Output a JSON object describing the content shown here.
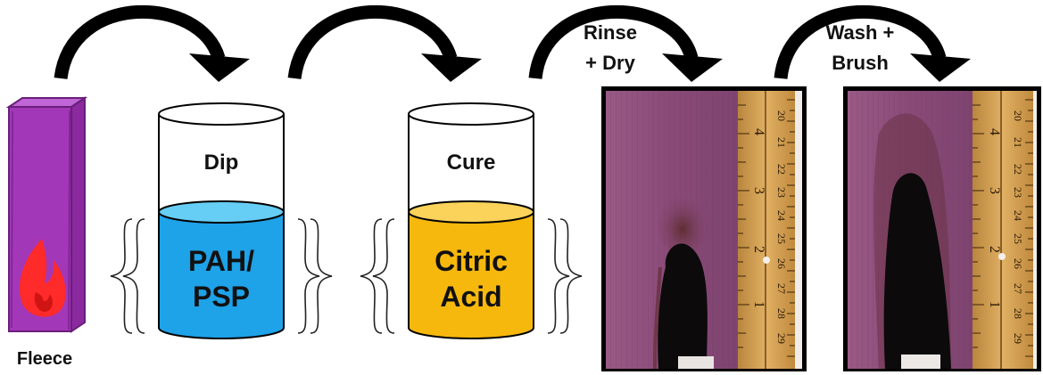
{
  "steps": {
    "fleece_label": "Fleece",
    "dip": {
      "verb": "Dip",
      "solution_line1": "PAH/",
      "solution_line2": "PSP"
    },
    "cure": {
      "verb": "Cure",
      "solution_line1": "Citric",
      "solution_line2": "Acid"
    },
    "rinse_dry": {
      "line1": "Rinse",
      "line2": "+ Dry"
    },
    "wash_brush": {
      "line1": "Wash +",
      "line2": "Brush"
    }
  },
  "ruler_numbers": {
    "inch": [
      "1",
      "2",
      "3",
      "4"
    ],
    "cm_photo1": [
      "20",
      "21",
      "22",
      "23",
      "24",
      "25",
      "26",
      "27",
      "28",
      "29"
    ],
    "cm_photo2": [
      "20",
      "21",
      "22",
      "23",
      "24",
      "25",
      "26",
      "27",
      "28",
      "29"
    ]
  },
  "colors": {
    "fleece": "#a238b8",
    "flame": "#ff2a2a",
    "pah_liquid": "#1ea2e8",
    "pah_surface": "#66cdf4",
    "citric_liquid": "#f7b80d",
    "citric_surface": "#fbd25a",
    "fabric": "#8d4f79",
    "char": "#0c0a0b",
    "ruler": "#d3a052"
  }
}
